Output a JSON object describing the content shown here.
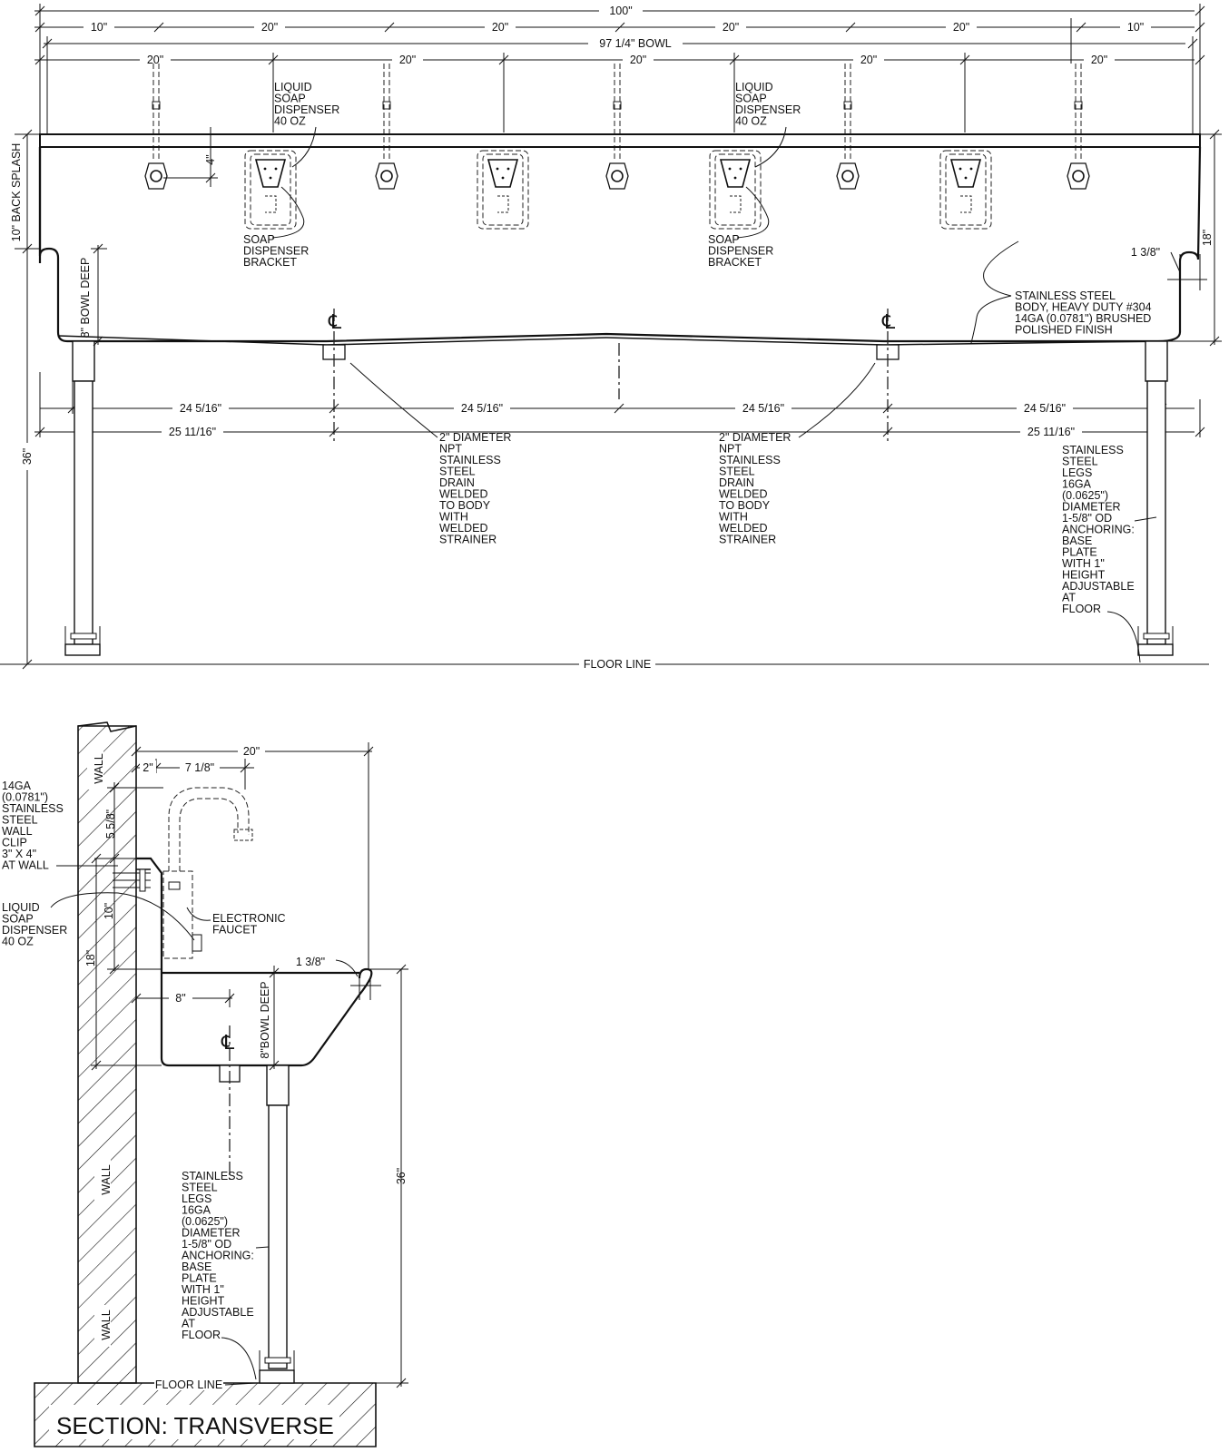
{
  "elevation": {
    "dims_top": {
      "overall": "100\"",
      "end": "10\"",
      "bay": "20\"",
      "bowl": "97 1/4\" BOWL"
    },
    "dims_mid": "24 5/16\"",
    "dims_low": "25 11/16\"",
    "dim_backsplash": "10\" BACK SPLASH",
    "dim_bowl_deep": "8\" BOWL DEEP",
    "dim_height": "36\"",
    "dim_4": "4\"",
    "dim_18": "18\"",
    "dim_rim": "1 3/8\"",
    "notes": {
      "liquid_soap": [
        "LIQUID",
        "SOAP",
        "DISPENSER",
        "40 OZ"
      ],
      "soap_bracket": [
        "SOAP",
        "DISPENSER",
        "BRACKET"
      ],
      "body": [
        "STAINLESS STEEL",
        "BODY, HEAVY DUTY #304",
        "14GA (0.0781\") BRUSHED",
        "POLISHED FINISH"
      ],
      "drain": [
        "2\" DIAMETER",
        "NPT",
        "STAINLESS",
        "STEEL",
        "DRAIN",
        "WELDED",
        "TO BODY",
        "WITH",
        "WELDED",
        "STRAINER"
      ],
      "legs": [
        "STAINLESS",
        "STEEL",
        "LEGS",
        "16GA",
        "(0.0625\")",
        "DIAMETER",
        "1-5/8\" OD",
        "ANCHORING:",
        "BASE",
        "PLATE",
        "WITH 1\"",
        "HEIGHT",
        "ADJUSTABLE",
        "AT",
        "FLOOR"
      ]
    },
    "floor_line": "FLOOR LINE"
  },
  "section": {
    "title": "SECTION: TRANSVERSE",
    "wall_label": "WALL",
    "dim_20": "20\"",
    "dim_2": "2\"",
    "dim_7_1_8": "7 1/8\"",
    "dim_5_5_8": "5 5/8\"",
    "dim_10": "10\"",
    "dim_18": "18\"",
    "dim_8": "8\"",
    "dim_bowl_deep": "8\"BOWL DEEP",
    "dim_rim": "1 3/8\"",
    "dim_36": "36\"",
    "wall_clip": [
      "14GA",
      "(0.0781\")",
      "STAINLESS",
      "STEEL",
      "WALL",
      "CLIP",
      "3\" X 4\"",
      "AT WALL"
    ],
    "soap": [
      "LIQUID",
      "SOAP",
      "DISPENSER",
      "40 OZ"
    ],
    "faucet": [
      "ELECTRONIC",
      "FAUCET"
    ],
    "legs": [
      "STAINLESS",
      "STEEL",
      "LEGS",
      "16GA",
      "(0.0625\")",
      "DIAMETER",
      "1-5/8\" OD",
      "ANCHORING:",
      "BASE",
      "PLATE",
      "WITH 1\"",
      "HEIGHT",
      "ADJUSTABLE",
      "AT",
      "FLOOR"
    ],
    "floor_line": "FLOOR LINE"
  }
}
